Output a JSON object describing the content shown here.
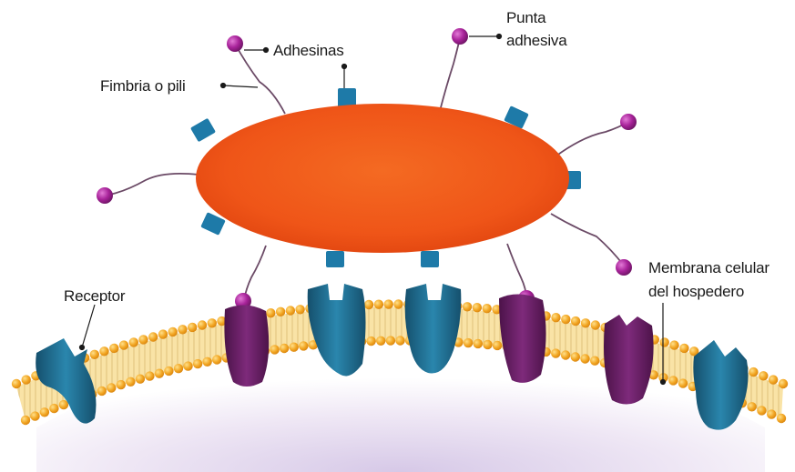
{
  "labels": {
    "adhesinas": "Adhesinas",
    "fimbria": "Fimbria o pili",
    "punta_line1": "Punta",
    "punta_line2": "adhesiva",
    "membrana_line1": "Membrana celular",
    "membrana_line2": "del hospedero",
    "receptor": "Receptor"
  },
  "colors": {
    "bacterium": "#f0581c",
    "adhesin": "#1e7aa8",
    "adhesive_tip": "#a8239a",
    "receptor_blue": "#1f6a8e",
    "receptor_purple": "#6a2168",
    "lipid_head": "#f2a623",
    "membrane_core": "#f9e3a6",
    "cytoplasm": "#e8ddf0"
  },
  "icons": {
    "bacterium": "bacterium-icon",
    "pili": "pili-icon",
    "adhesive_tip": "adhesive-tip-icon",
    "adhesin": "adhesin-icon",
    "receptor": "receptor-icon",
    "membrane": "membrane-icon"
  }
}
